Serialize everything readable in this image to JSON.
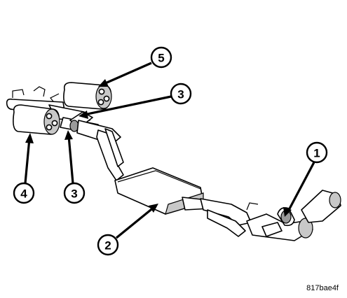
{
  "figure": {
    "reference_code": "817bae4f"
  },
  "callouts": [
    {
      "label": "1"
    },
    {
      "label": "2"
    },
    {
      "label": "3"
    },
    {
      "label": "3"
    },
    {
      "label": "4"
    },
    {
      "label": "5"
    }
  ]
}
